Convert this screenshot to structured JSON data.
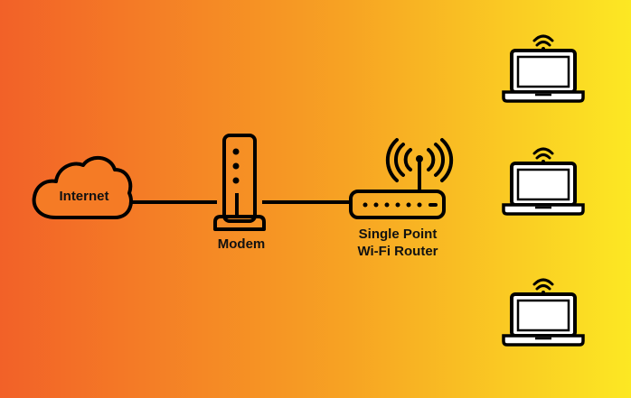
{
  "nodes": {
    "internet": {
      "label": "Internet",
      "icon": "cloud-icon"
    },
    "modem": {
      "label": "Modem",
      "icon": "modem-icon"
    },
    "router": {
      "label_line1": "Single Point",
      "label_line2": "Wi-Fi Router",
      "icon": "wifi-router-icon"
    },
    "clients": [
      {
        "icon": "laptop-icon",
        "signal_icon": "wifi-signal-icon"
      },
      {
        "icon": "laptop-icon",
        "signal_icon": "wifi-signal-icon"
      },
      {
        "icon": "laptop-icon",
        "signal_icon": "wifi-signal-icon"
      }
    ]
  },
  "colors": {
    "gradient_start": "#F26128",
    "gradient_mid": "#F7A323",
    "gradient_end": "#FCE823",
    "stroke": "#000000",
    "cloud_fill": "#F57B25",
    "laptop_fill": "#FFFFFF"
  }
}
